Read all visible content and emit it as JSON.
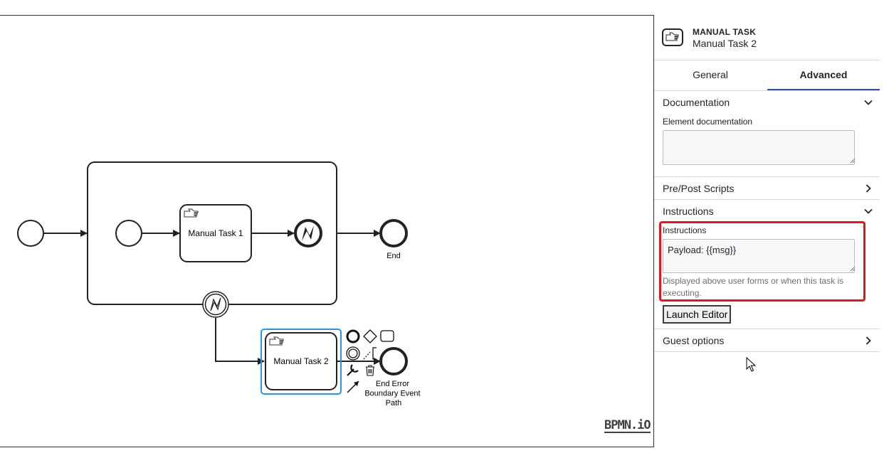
{
  "canvas": {
    "elements": {
      "manual_task_1": "Manual Task 1",
      "manual_task_2": "Manual Task 2",
      "end_event": "End",
      "end_error_path_line1": "End Error",
      "end_error_path_line2": "Boundary Event",
      "end_error_path_line3": "Path"
    },
    "watermark": "BPMN.iO"
  },
  "panel": {
    "header": {
      "type": "MANUAL TASK",
      "name": "Manual Task 2",
      "icon": "manual-task-hand-icon"
    },
    "tabs": [
      {
        "label": "General",
        "active": false
      },
      {
        "label": "Advanced",
        "active": true
      }
    ],
    "groups": {
      "documentation": {
        "title": "Documentation",
        "field_label": "Element documentation",
        "value": ""
      },
      "scripts": {
        "title": "Pre/Post Scripts"
      },
      "instructions": {
        "title": "Instructions",
        "field_label": "Instructions",
        "value": "Payload: {{msg}}",
        "description": "Displayed above user forms or when this task is executing.",
        "launch_button": "Launch Editor"
      },
      "guest": {
        "title": "Guest options"
      }
    }
  },
  "colors": {
    "selection": "#2196f3",
    "highlight": "#e5151b",
    "active_tab": "#2b4ad6"
  }
}
